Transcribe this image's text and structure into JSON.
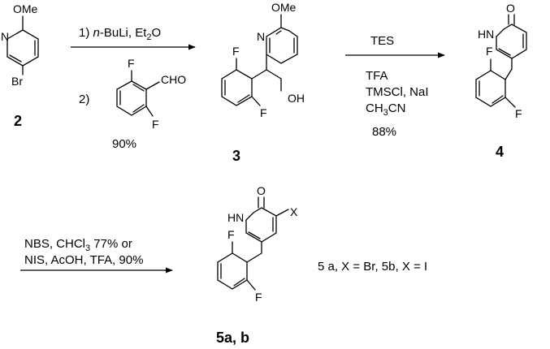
{
  "compounds": {
    "c2": {
      "label": "2",
      "atoms": {
        "ome": "OMe",
        "n": "N",
        "br": "Br"
      }
    },
    "c3": {
      "label": "3",
      "atoms": {
        "ome": "OMe",
        "n": "N",
        "f1": "F",
        "f2": "F",
        "oh": "OH"
      }
    },
    "c4": {
      "label": "4",
      "atoms": {
        "o": "O",
        "nh": "HN",
        "f1": "F",
        "f2": "F"
      }
    },
    "c5": {
      "label": "5a, b",
      "atoms": {
        "o": "O",
        "nh": "HN",
        "x": "X",
        "f1": "F",
        "f2": "F"
      }
    }
  },
  "step1": {
    "line1_prefix": "1) ",
    "line1_italic": "n",
    "line1_mid": "-BuLi, Et",
    "line1_sub": "2",
    "line1_end": "O",
    "line2_prefix": "2)",
    "reagent_atoms": {
      "f_top": "F",
      "f_bottom": "F",
      "cho": "CHO"
    },
    "yield": "90%"
  },
  "step2": {
    "above": "TES",
    "below1": "TFA",
    "below2": "TMSCl, NaI",
    "below3_a": "CH",
    "below3_sub": "3",
    "below3_b": "CN",
    "yield": "88%"
  },
  "step3": {
    "line1_a": "NBS, CHCl",
    "line1_sub": "3",
    "line1_b": " 77% or",
    "line2": "NIS, AcOH, TFA, 90%"
  },
  "note": "5 a, X = Br, 5b, X = I"
}
